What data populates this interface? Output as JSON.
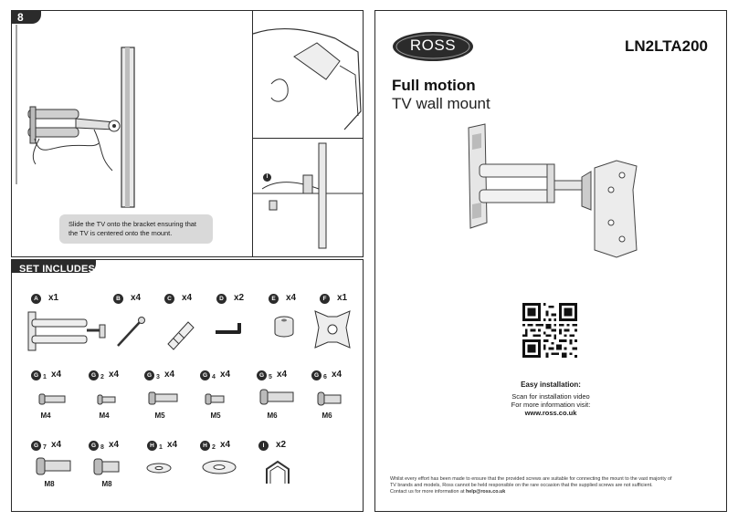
{
  "step": {
    "number": "8",
    "caption": "Slide the TV onto the bracket ensuring that the TV is centered onto the mount.",
    "callout": "I"
  },
  "set_includes": {
    "title": "SET INCLUDES",
    "row1": [
      {
        "letter": "A",
        "sub": "",
        "qty": "x1"
      },
      {
        "letter": "B",
        "sub": "",
        "qty": "x4"
      },
      {
        "letter": "C",
        "sub": "",
        "qty": "x4"
      },
      {
        "letter": "D",
        "sub": "",
        "qty": "x2"
      },
      {
        "letter": "E",
        "sub": "",
        "qty": "x4"
      },
      {
        "letter": "F",
        "sub": "",
        "qty": "x1"
      }
    ],
    "row2": [
      {
        "letter": "G",
        "sub": "1",
        "qty": "x4",
        "size": "M4"
      },
      {
        "letter": "G",
        "sub": "2",
        "qty": "x4",
        "size": "M4"
      },
      {
        "letter": "G",
        "sub": "3",
        "qty": "x4",
        "size": "M5"
      },
      {
        "letter": "G",
        "sub": "4",
        "qty": "x4",
        "size": "M5"
      },
      {
        "letter": "G",
        "sub": "5",
        "qty": "x4",
        "size": "M6"
      },
      {
        "letter": "G",
        "sub": "6",
        "qty": "x4",
        "size": "M6"
      }
    ],
    "row3": [
      {
        "letter": "G",
        "sub": "7",
        "qty": "x4",
        "size": "M8"
      },
      {
        "letter": "G",
        "sub": "8",
        "qty": "x4",
        "size": "M8"
      },
      {
        "letter": "H",
        "sub": "1",
        "qty": "x4",
        "size": ""
      },
      {
        "letter": "H",
        "sub": "2",
        "qty": "x4",
        "size": ""
      },
      {
        "letter": "I",
        "sub": "",
        "qty": "x2",
        "size": ""
      }
    ]
  },
  "cover": {
    "brand": "ROSS",
    "model": "LN2LTA200",
    "title": "Full motion",
    "subtitle": "TV wall mount",
    "install_heading": "Easy installation:",
    "install_line1": "Scan for installation video",
    "install_line2": "For more information visit:",
    "website": "www.ross.co.uk",
    "disclaimer_1": "Whilst every effort has been made to ensure that the provided screws are suitable for connecting the mount to the vast majority of",
    "disclaimer_2": "TV brands and models, Ross cannot be held responsible on the rare occasion that the supplied screws are not sufficient.",
    "disclaimer_3a": "Contact us for more information at ",
    "disclaimer_3b": "help@ross.co.uk"
  }
}
